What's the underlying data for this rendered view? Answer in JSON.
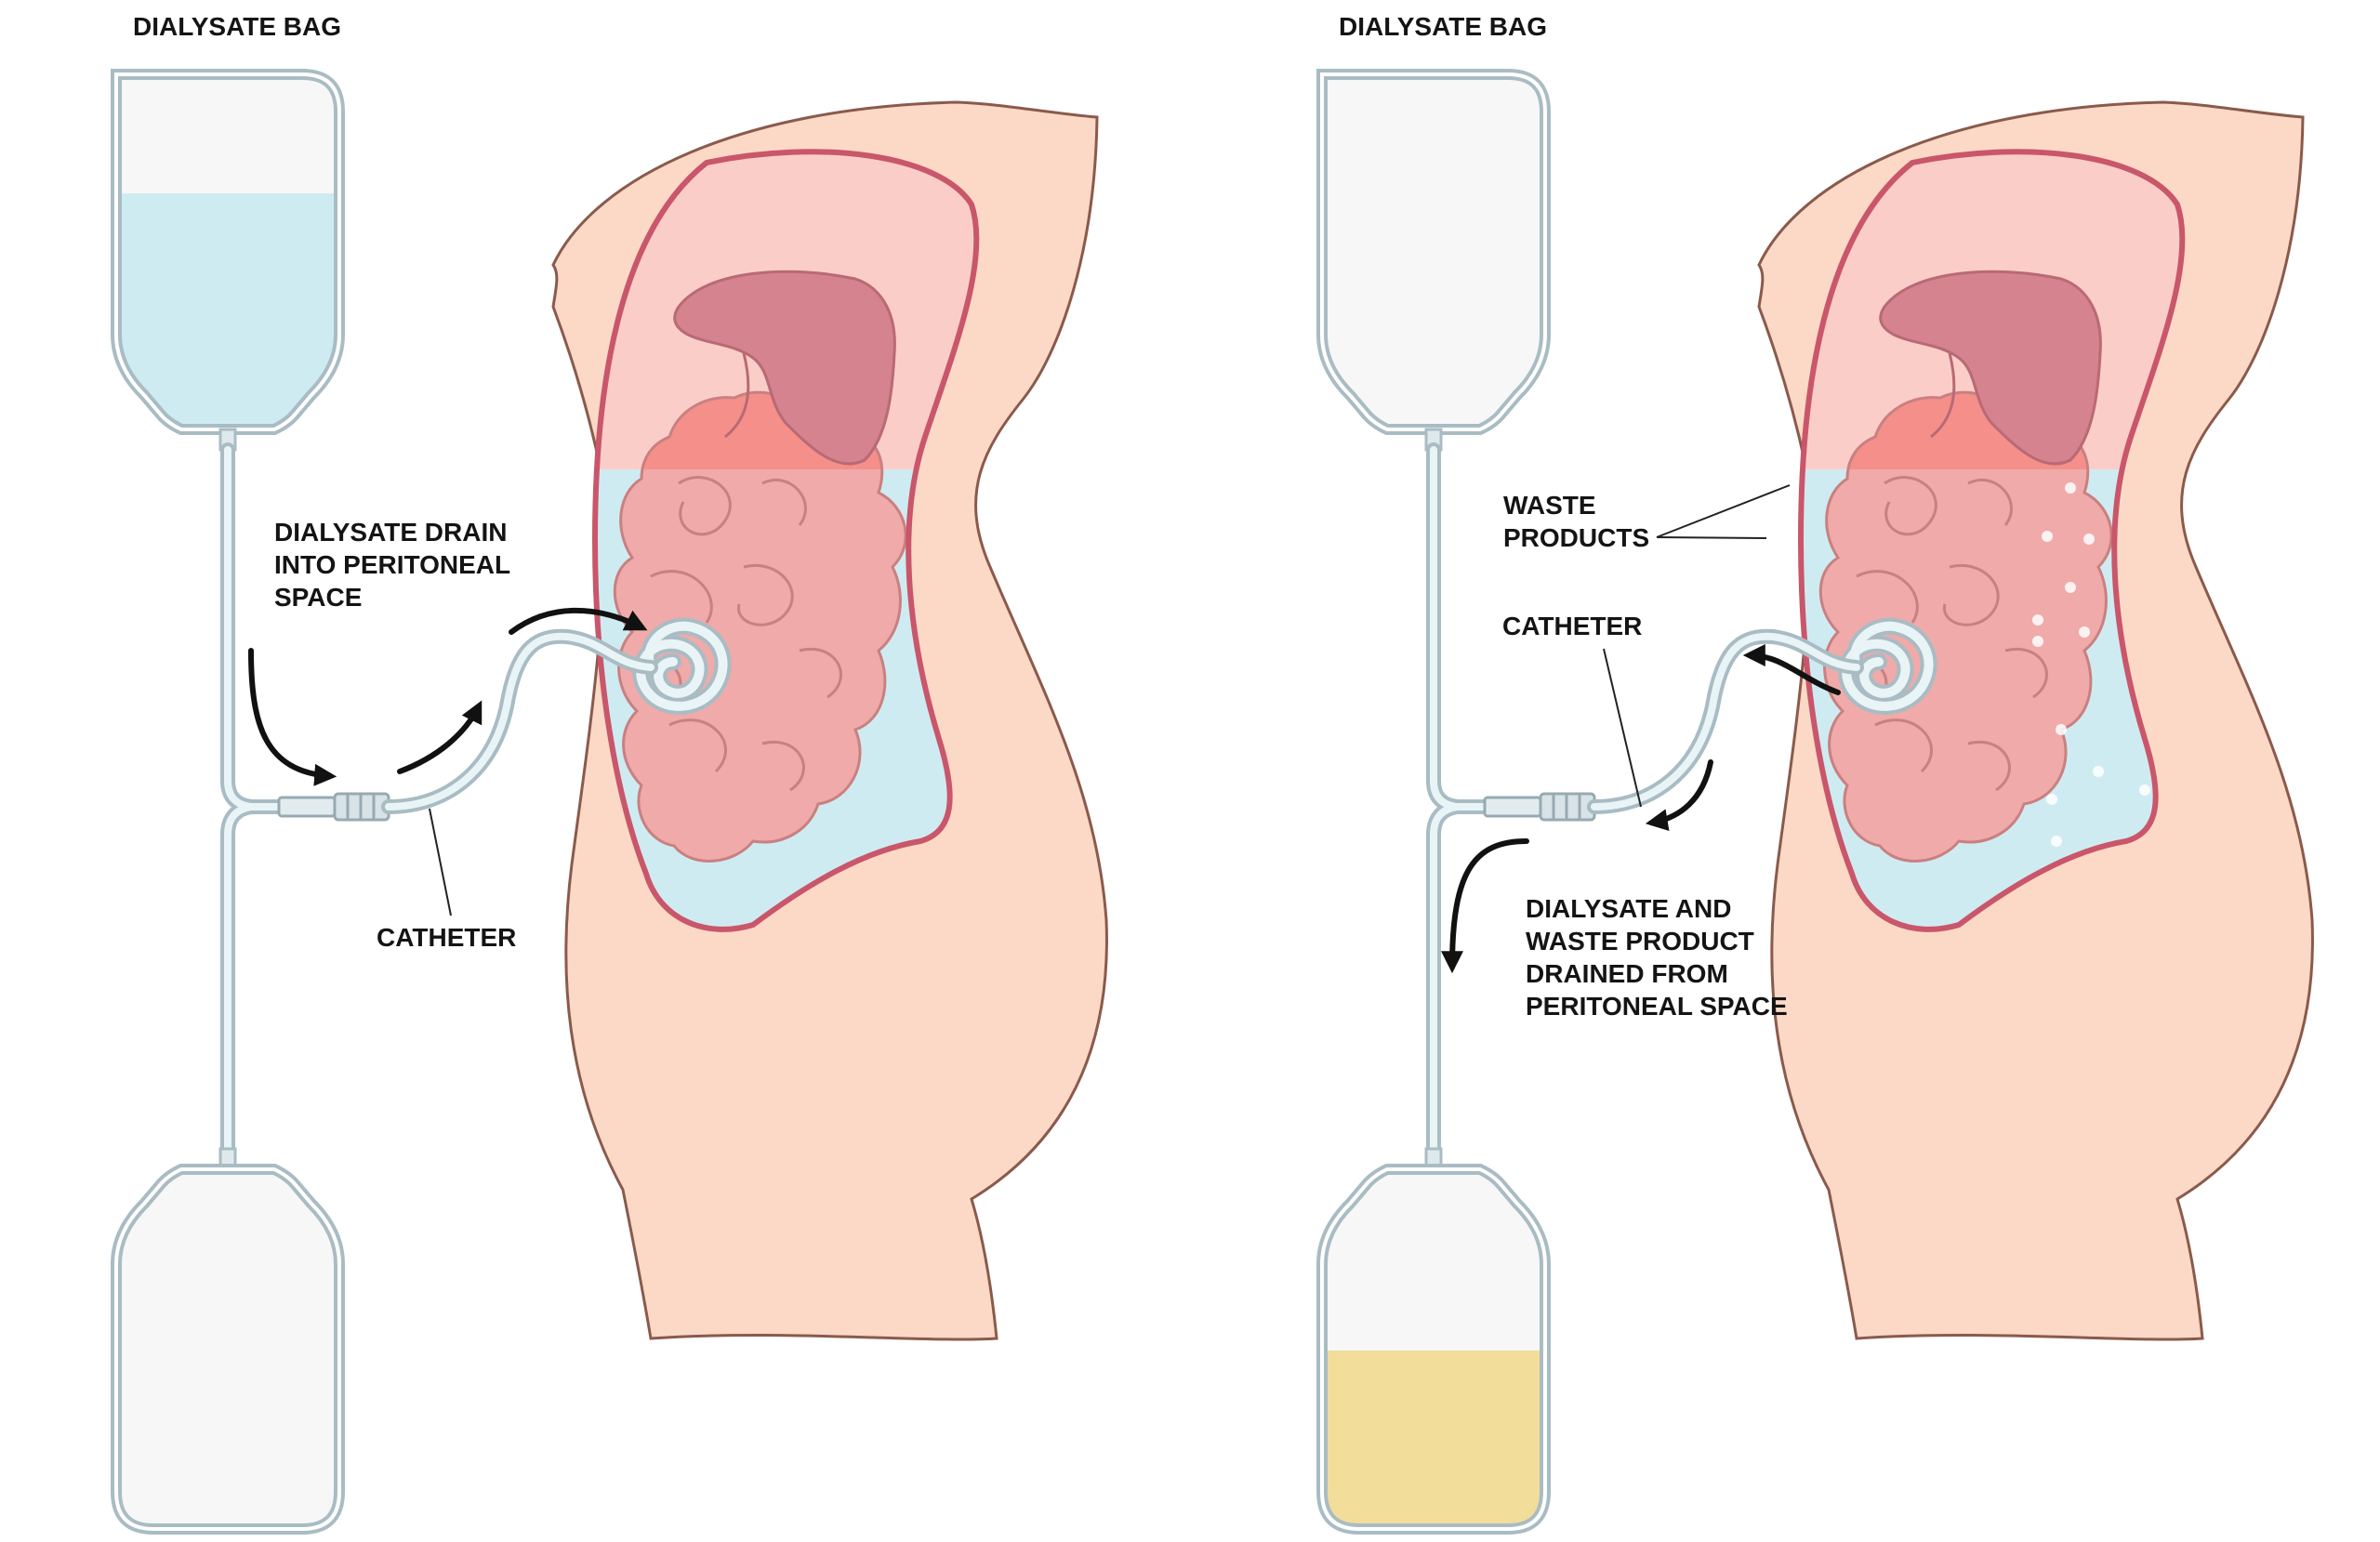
{
  "left_panel": {
    "bag_label": "DIALYSATE BAG",
    "flow_label_lines": [
      "DIALYSATE DRAIN",
      "INTO PERITONEAL",
      "SPACE"
    ],
    "catheter_label": "CATHETER"
  },
  "right_panel": {
    "bag_label": "DIALYSATE BAG",
    "waste_label_lines": [
      "WASTE",
      "PRODUCTS"
    ],
    "catheter_label": "CATHETER",
    "drain_label_lines": [
      "DIALYSATE AND",
      "WASTE PRODUCT",
      "DRAINED FROM",
      "PERITONEAL SPACE"
    ]
  },
  "colors": {
    "skin": "#fcd9c6",
    "peritoneum_outline": "#c9566a",
    "peritoneum_fill": "#fbcdc9",
    "liver": "#d4838f",
    "intestines": "#efaaa9",
    "dialysate": "#cfebf2",
    "waste_drained": "#f2dd9a",
    "bag_outline": "#a9bcc4",
    "bag_empty": "#f7f7f7"
  }
}
